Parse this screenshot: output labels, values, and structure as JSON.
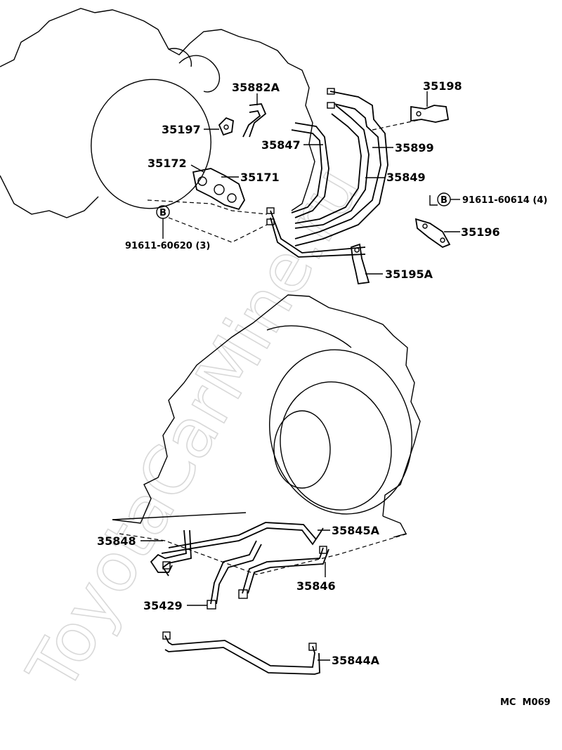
{
  "watermark": "ToyotaCarMine.ru",
  "footer_code": "MC  M069",
  "bolt_symbol": "B",
  "labels": {
    "p35882A": "35882A",
    "p35198": "35198",
    "p35197": "35197",
    "p35847": "35847",
    "p35899": "35899",
    "p35172": "35172",
    "p35171": "35171",
    "p35849": "35849",
    "p91611_60614": "91611-60614 (4)",
    "p35196": "35196",
    "p91611_60620": "91611-60620 (3)",
    "p35195A": "35195A",
    "p35848": "35848",
    "p35845A": "35845A",
    "p35846": "35846",
    "p35429": "35429",
    "p35844A": "35844A"
  }
}
